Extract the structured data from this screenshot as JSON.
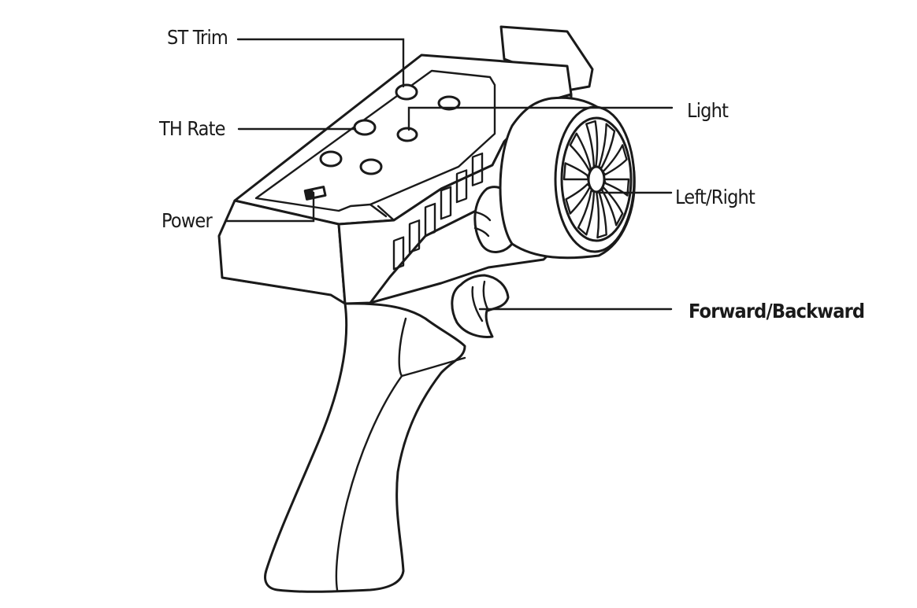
{
  "labels": {
    "st_trim": "ST Trim",
    "th_rate": "TH Rate",
    "power": "Power",
    "light": "Light",
    "left_right": "Left/Right",
    "forward_backward": "Forward/Backward"
  },
  "colors": {
    "line": "#1a1a1a",
    "background": "#ffffff"
  }
}
